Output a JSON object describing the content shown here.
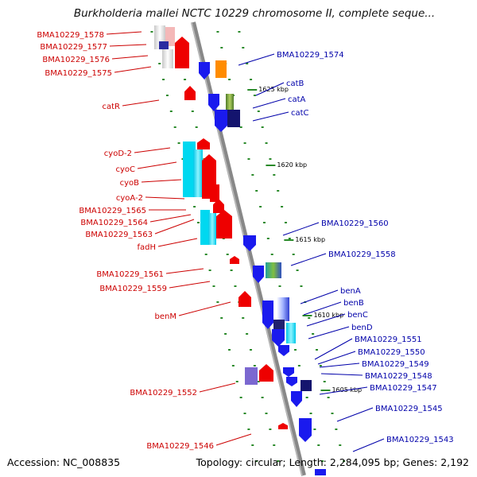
{
  "title": "Burkholderia mallei NCTC 10229 chromosome II, complete seque...",
  "footer": {
    "accession": "Accession: NC_008835",
    "topology": "Topology: circular; Length: 2,284,095 bp; Genes: 2,192"
  },
  "scale_ticks": [
    "1625 kbp",
    "1620 kbp",
    "1615 kbp",
    "1610 kbp",
    "1605 kbp"
  ],
  "colors": {
    "reverse_label": "#cc0000",
    "forward_label": "#0000aa",
    "backbone": "#888888",
    "dots": "#228b22"
  },
  "genes_reverse": [
    "BMA10229_1578",
    "BMA10229_1577",
    "BMA10229_1576",
    "BMA10229_1575",
    "catR",
    "cyoD-2",
    "cyoC",
    "cyoB",
    "cyoA-2",
    "BMA10229_1565",
    "BMA10229_1564",
    "BMA10229_1563",
    "fadH",
    "BMA10229_1561",
    "BMA10229_1559",
    "benM",
    "BMA10229_1552",
    "BMA10229_1546"
  ],
  "genes_forward": [
    "BMA10229_1574",
    "catB",
    "catA",
    "catC",
    "BMA10229_1560",
    "BMA10229_1558",
    "benA",
    "benB",
    "benC",
    "benD",
    "BMA10229_1551",
    "BMA10229_1550",
    "BMA10229_1549",
    "BMA10229_1548",
    "BMA10229_1547",
    "BMA10229_1545",
    "BMA10229_1543"
  ]
}
